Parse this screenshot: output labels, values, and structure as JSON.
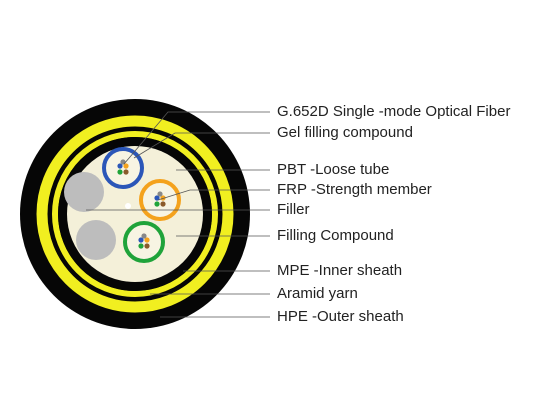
{
  "labels": [
    "G.652D Single -mode Optical Fiber",
    "Gel filling compound",
    "PBT -Loose tube",
    "FRP -Strength member",
    "Filler",
    "Filling Compound",
    "MPE -Inner sheath",
    "Aramid yarn",
    "HPE -Outer sheath"
  ],
  "colors": {
    "outer_sheath": "#060606",
    "aramid_yarn": "#f1ef20",
    "filling_compound": "#f4f0d9",
    "filler": "#bdbdbd",
    "tube_blue": "#2b56b8",
    "tube_orange": "#f4a21d",
    "tube_green": "#1fa33a",
    "leader_line": "#555555"
  }
}
